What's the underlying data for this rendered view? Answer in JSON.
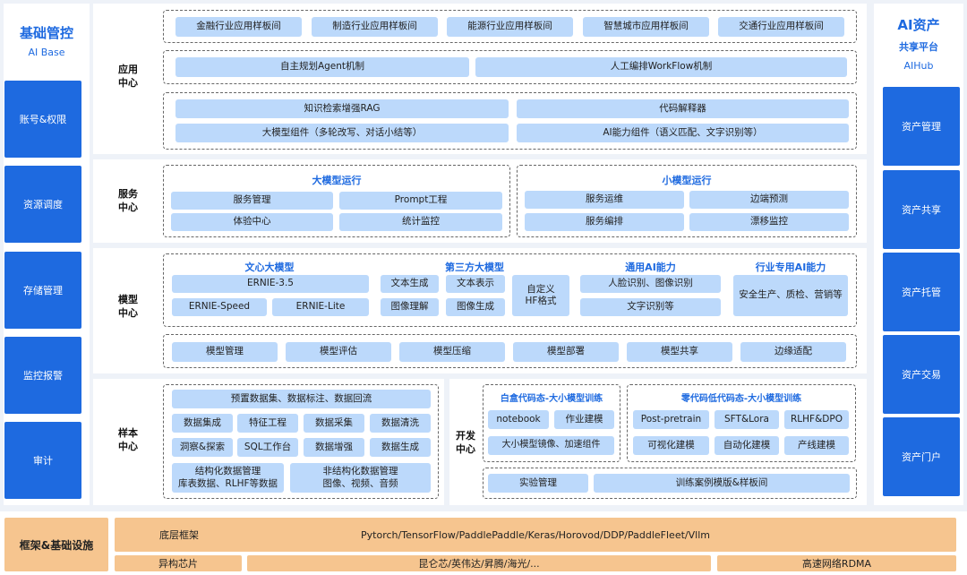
{
  "left": {
    "title": "基础管控",
    "subtitle": "AI Base",
    "items": [
      "账号&权限",
      "资源调度",
      "存储管理",
      "监控报警",
      "审计"
    ]
  },
  "right": {
    "title": "AI资产",
    "subtitle1": "共享平台",
    "subtitle2": "AIHub",
    "items": [
      "资产管理",
      "资产共享",
      "资产托管",
      "资产交易",
      "资产门户"
    ]
  },
  "app": {
    "label_line1": "应用",
    "label_line2": "中心",
    "templates": [
      "金融行业应用样板间",
      "制造行业应用样板间",
      "能源行业应用样板间",
      "智慧城市应用样板间",
      "交通行业应用样板间"
    ],
    "agent": "自主规划Agent机制",
    "workflow": "人工编排WorkFlow机制",
    "rag": "知识检索增强RAG",
    "code_interp": "代码解释器",
    "llm_comp": "大模型组件（多轮改写、对话小结等）",
    "ai_comp": "AI能力组件（语义匹配、文字识别等）"
  },
  "service": {
    "label_line1": "服务",
    "label_line2": "中心",
    "big_title": "大模型运行",
    "big_items": [
      "服务管理",
      "Prompt工程",
      "体验中心",
      "统计监控"
    ],
    "small_title": "小模型运行",
    "small_items": [
      "服务运维",
      "边端预测",
      "服务编排",
      "漂移监控"
    ]
  },
  "model": {
    "label_line1": "模型",
    "label_line2": "中心",
    "wenxin_title": "文心大模型",
    "wenxin_items": [
      "ERNIE-3.5",
      "ERNIE-Speed",
      "ERNIE-Lite"
    ],
    "third_title": "第三方大模型",
    "third_items": [
      "文本生成",
      "文本表示",
      "图像理解",
      "图像生成"
    ],
    "custom_line1": "自定义",
    "custom_line2": "HF格式",
    "general_title": "通用AI能力",
    "general_items": [
      "人脸识别、图像识别",
      "文字识别等"
    ],
    "industry_title": "行业专用AI能力",
    "industry_item": "安全生产、质检、营销等",
    "ops": [
      "模型管理",
      "模型评估",
      "模型压缩",
      "模型部署",
      "模型共享",
      "边缘适配"
    ]
  },
  "sample": {
    "label_line1": "样本",
    "label_line2": "中心",
    "top": "预置数据集、数据标注、数据回流",
    "row1": [
      "数据集成",
      "特征工程",
      "数据采集",
      "数据清洗"
    ],
    "row2": [
      "洞察&探索",
      "SQL工作台",
      "数据增强",
      "数据生成"
    ],
    "struct_line1": "结构化数据管理",
    "struct_line2": "库表数据、RLHF等数据",
    "unstruct_line1": "非结构化数据管理",
    "unstruct_line2": "图像、视频、音频"
  },
  "dev": {
    "label_line1": "开发",
    "label_line2": "中心",
    "white_title": "白盒代码态-大小模型训练",
    "white_items": [
      "notebook",
      "作业建模",
      "大小模型镜像、加速组件"
    ],
    "zero_title": "零代码低代码态-大小模型训练",
    "zero_items": [
      "Post-pretrain",
      "SFT&Lora",
      "RLHF&DPO",
      "可视化建模",
      "自动化建模",
      "产线建模"
    ],
    "exp": "实验管理",
    "train_tpl": "训练案例模版&样板间"
  },
  "infra": {
    "title": "框架&基础设施",
    "frame_label": "底层框架",
    "frame_value": "Pytorch/TensorFlow/PaddlePaddle/Keras/Horovod/DDP/PaddleFleet/Vllm",
    "chip_label": "异构芯片",
    "chip_value": "昆仑芯/英伟达/昇腾/海光/...",
    "net": "高速网络RDMA"
  },
  "colors": {
    "accent": "#1e6ae0",
    "chip": "#bcd9fb",
    "bottom": "#f6c58f"
  }
}
